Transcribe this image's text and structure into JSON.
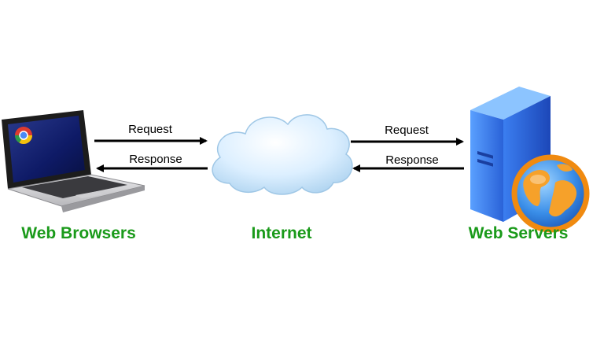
{
  "nodes": {
    "browser": {
      "label": "Web Browsers"
    },
    "internet": {
      "label": "Internet"
    },
    "server": {
      "label": "Web Servers"
    }
  },
  "arrows": {
    "left": {
      "request": "Request",
      "response": "Response"
    },
    "right": {
      "request": "Request",
      "response": "Response"
    }
  },
  "colors": {
    "label_green": "#1a9a1a",
    "server_blue": "#2f6de0",
    "cloud_blue": "#c9e4f7",
    "globe_orange": "#f08a10"
  }
}
